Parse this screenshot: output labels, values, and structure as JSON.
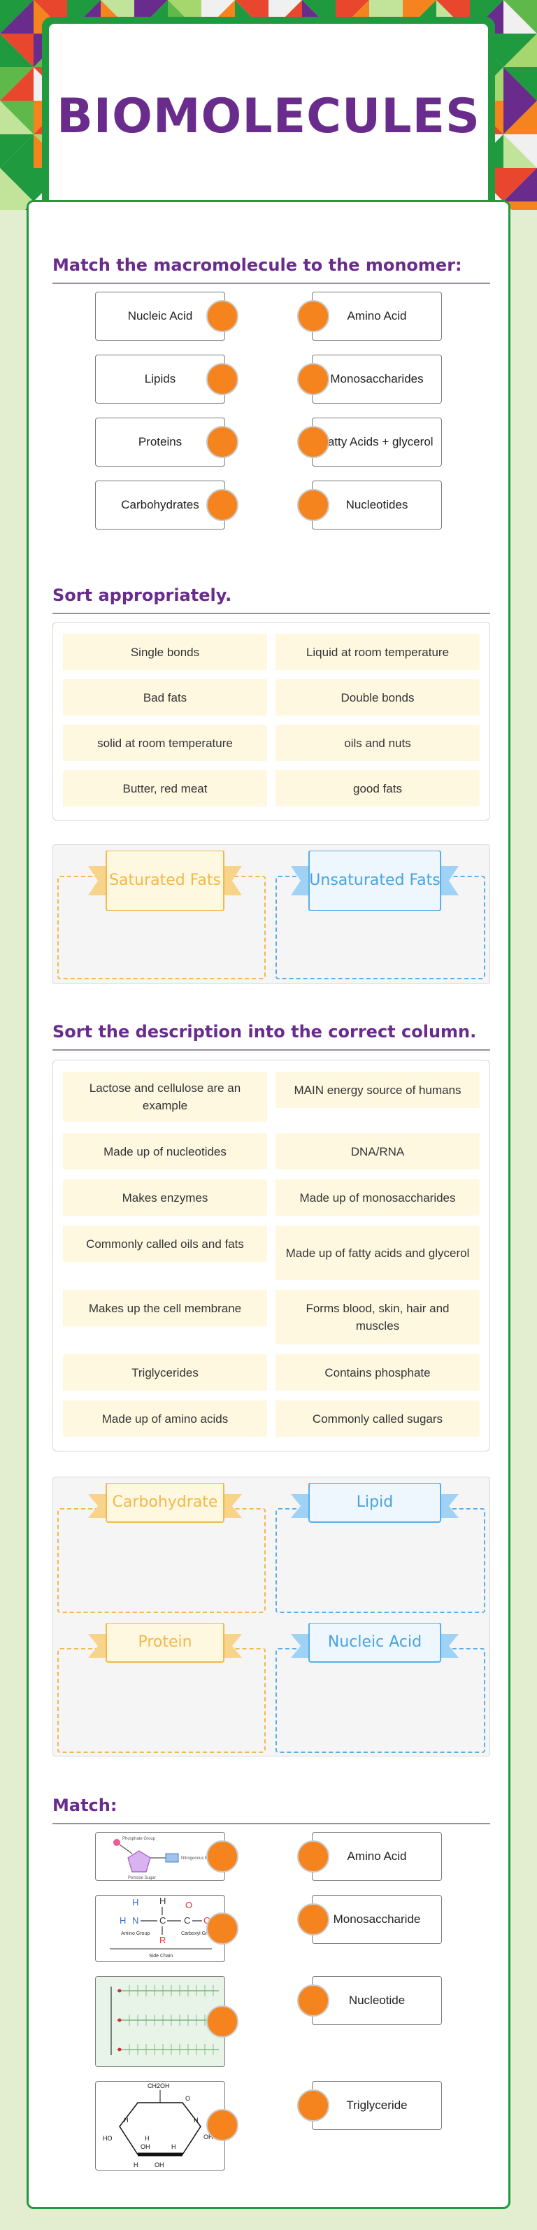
{
  "page_title": "BIOMOLECULES",
  "sections": {
    "match1": {
      "title": "Match the macromolecule to the monomer:",
      "left": [
        "Nucleic Acid",
        "Lipids",
        "Proteins",
        "Carbohydrates"
      ],
      "right": [
        "Amino Acid",
        "Monosaccharides",
        "Fatty Acids + glycerol",
        "Nucleotides"
      ]
    },
    "sort1": {
      "title": "Sort appropriately.",
      "chips": [
        "Single bonds",
        "Liquid at room temperature",
        "Bad fats",
        "Double bonds",
        "solid at room temperature",
        "oils and nuts",
        "Butter, red meat",
        "good fats"
      ],
      "zones": [
        "Saturated Fats",
        "Unsaturated Fats"
      ]
    },
    "sort2": {
      "title": "Sort the description into the correct column.",
      "chips": [
        "Lactose and cellulose are an example",
        "MAIN energy source of humans",
        "Made up of nucleotides",
        "DNA/RNA",
        "Makes enzymes",
        "Made up of monosaccharides",
        "Commonly called oils and fats",
        "Made up of fatty acids and glycerol",
        "Makes up the cell membrane",
        "Forms blood, skin, hair and muscles",
        "Triglycerides",
        "Contains phosphate",
        "Made up of amino acids",
        "Commonly called sugars"
      ],
      "zones": [
        "Carbohydrate",
        "Lipid",
        "Protein",
        "Nucleic Acid"
      ]
    },
    "match2": {
      "title": "Match:",
      "right": [
        "Amino Acid",
        "Monosaccharide",
        "Nucleotide",
        "Triglyceride"
      ],
      "img1_labels": [
        "Phosphate Group",
        "Nitrogenous Base",
        "Pentose Sugar"
      ],
      "img2_labels": [
        "H",
        "H",
        "H",
        "N",
        "C",
        "C",
        "O",
        "OH",
        "R",
        "Amino Group",
        "Carboxyl Group",
        "Side Chain"
      ],
      "img4_labels": [
        "CH2OH",
        "O",
        "H",
        "H",
        "OH",
        "H",
        "HO",
        "OH",
        "H",
        "OH",
        "H"
      ]
    }
  },
  "colors": {
    "purple": "#6a2c8c",
    "green": "#1f9a3f",
    "orange": "#f5841f",
    "chip_bg": "#fff8e1",
    "yellow": "#f2b84b",
    "blue": "#4aa3e0"
  }
}
